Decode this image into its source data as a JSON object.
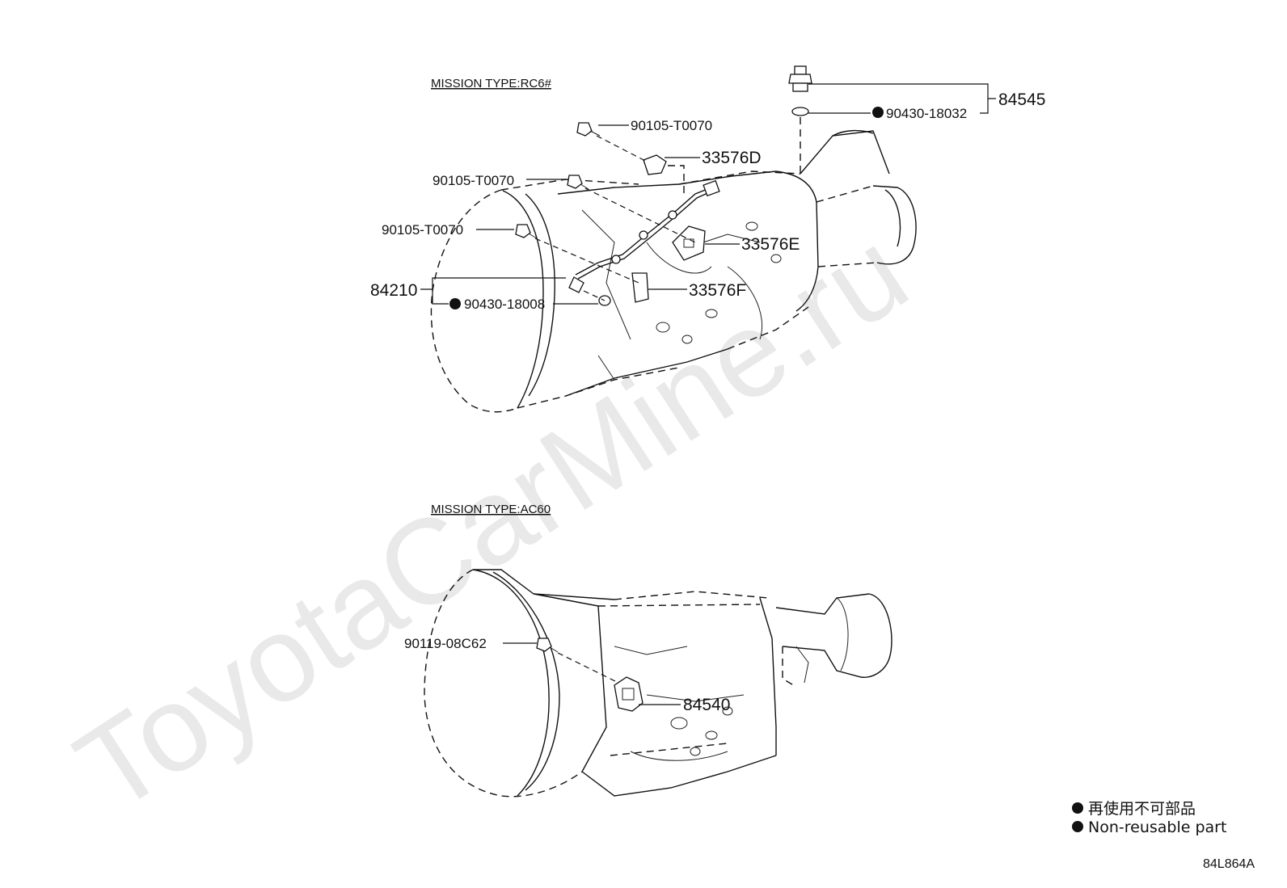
{
  "watermark": "ToyotaCarMine.ru",
  "sections": {
    "rc6": {
      "title": "MISSION TYPE:RC6#"
    },
    "ac60": {
      "title": "MISSION TYPE:AC60"
    }
  },
  "parts": {
    "p84545": "84545",
    "p90430_18032": "90430-18032",
    "p90105_a": "90105-T0070",
    "p33576d": "33576D",
    "p90105_b": "90105-T0070",
    "p90105_c": "90105-T0070",
    "p33576e": "33576E",
    "p84210": "84210",
    "p33576f": "33576F",
    "p90430_18008": "90430-18008",
    "p90119": "90119-08C62",
    "p84540": "84540"
  },
  "legend": {
    "line1": "再使用不可部品",
    "line2": "Non-reusable part"
  },
  "diagram_code": "84L864A"
}
